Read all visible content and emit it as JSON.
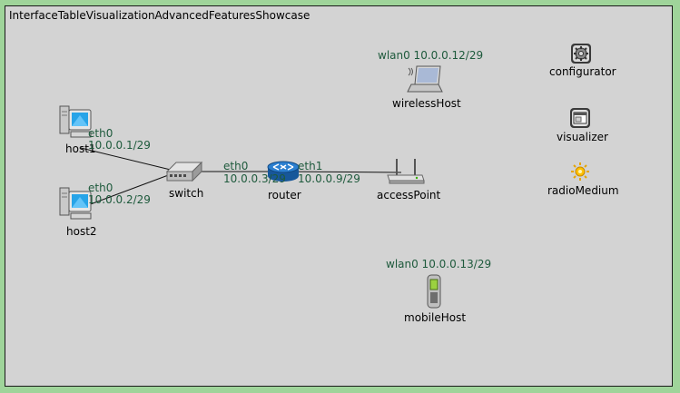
{
  "network": {
    "title": "InterfaceTableVisualizationAdvancedFeaturesShowcase"
  },
  "nodes": {
    "host1": {
      "label": "host1",
      "iface": "eth0",
      "addr": "10.0.0.1/29"
    },
    "host2": {
      "label": "host2",
      "iface": "eth0",
      "addr": "10.0.0.2/29"
    },
    "switch": {
      "label": "switch"
    },
    "router": {
      "label": "router",
      "iface_left": "eth0",
      "addr_left": "10.0.0.3/29",
      "iface_right": "eth1",
      "addr_right": "10.0.0.9/29"
    },
    "accessPoint": {
      "label": "accessPoint"
    },
    "wirelessHost": {
      "label": "wirelessHost",
      "iface_line": "wlan0 10.0.0.12/29"
    },
    "mobileHost": {
      "label": "mobileHost",
      "iface_line": "wlan0 10.0.0.13/29"
    },
    "configurator": {
      "label": "configurator"
    },
    "visualizer": {
      "label": "visualizer"
    },
    "radioMedium": {
      "label": "radioMedium"
    }
  },
  "icons": {
    "host1": "desktop-pc-icon",
    "host2": "desktop-pc-icon",
    "switch": "network-switch-icon",
    "router": "router-icon",
    "accessPoint": "access-point-icon",
    "wirelessHost": "laptop-icon",
    "mobileHost": "mobile-phone-icon",
    "configurator": "gear-icon",
    "visualizer": "window-icon",
    "radioMedium": "radio-medium-icon"
  },
  "colors": {
    "frame_bg": "#9fd49a",
    "canvas_bg": "#d3d3d3",
    "interface_text": "#1e5a3c",
    "router_blue": "#1f6fb5"
  }
}
